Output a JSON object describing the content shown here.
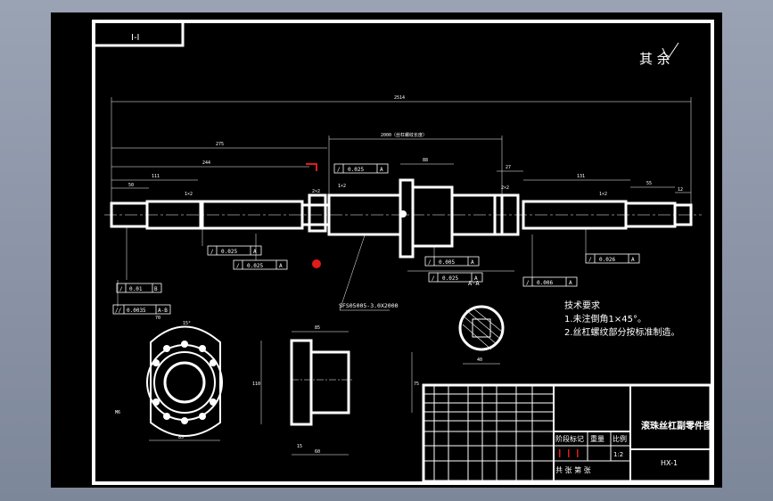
{
  "drawing": {
    "view_label": "I-I",
    "roughness_note": "其 余",
    "overall_length": "2514",
    "thread_length": "2000（丝杠螺纹长度）",
    "dims_top": [
      "275",
      "244",
      "111",
      "50",
      "88",
      "27",
      "131",
      "55",
      "12"
    ],
    "chamfers": [
      "1×2",
      "2×2",
      "1×2",
      "2×2",
      "1×2"
    ],
    "tolerance_frames": [
      {
        "symbol": "/",
        "value": "0.025",
        "datum": "A"
      },
      {
        "symbol": "/",
        "value": "0.025",
        "datum": "A"
      },
      {
        "symbol": "/",
        "value": "0.025",
        "datum": "A"
      },
      {
        "symbol": "/",
        "value": "0.005",
        "datum": "A"
      },
      {
        "symbol": "/",
        "value": "0.025",
        "datum": "A"
      },
      {
        "symbol": "/",
        "value": "0.026",
        "datum": "A"
      },
      {
        "symbol": "/",
        "value": "0.006",
        "datum": "A"
      },
      {
        "symbol": "/",
        "value": "0.01",
        "datum": "B"
      },
      {
        "symbol": "//",
        "value": "0.0035",
        "datum": "A-B"
      }
    ],
    "part_callout": "SFS05005-3.0X2000",
    "section_label": "A-A",
    "section_dim": "40",
    "flange_dims": [
      "70",
      "15°",
      "M6",
      "85"
    ],
    "nut_dims": [
      "85",
      "110",
      "75",
      "15",
      "60"
    ],
    "tech_requirements": {
      "title": "技术要求",
      "items": [
        "1.未注倒角1×45°。",
        "2.丝杠螺纹部分按标准制造。"
      ]
    },
    "title_block": {
      "drawing_title": "滚珠丝杠副零件图",
      "drawing_number": "HX-1",
      "stage_label": "阶段标记",
      "weight_label": "重量",
      "scale_label": "比例",
      "scale_value": "1:2",
      "sheet_label": "共 张  第 张"
    }
  }
}
